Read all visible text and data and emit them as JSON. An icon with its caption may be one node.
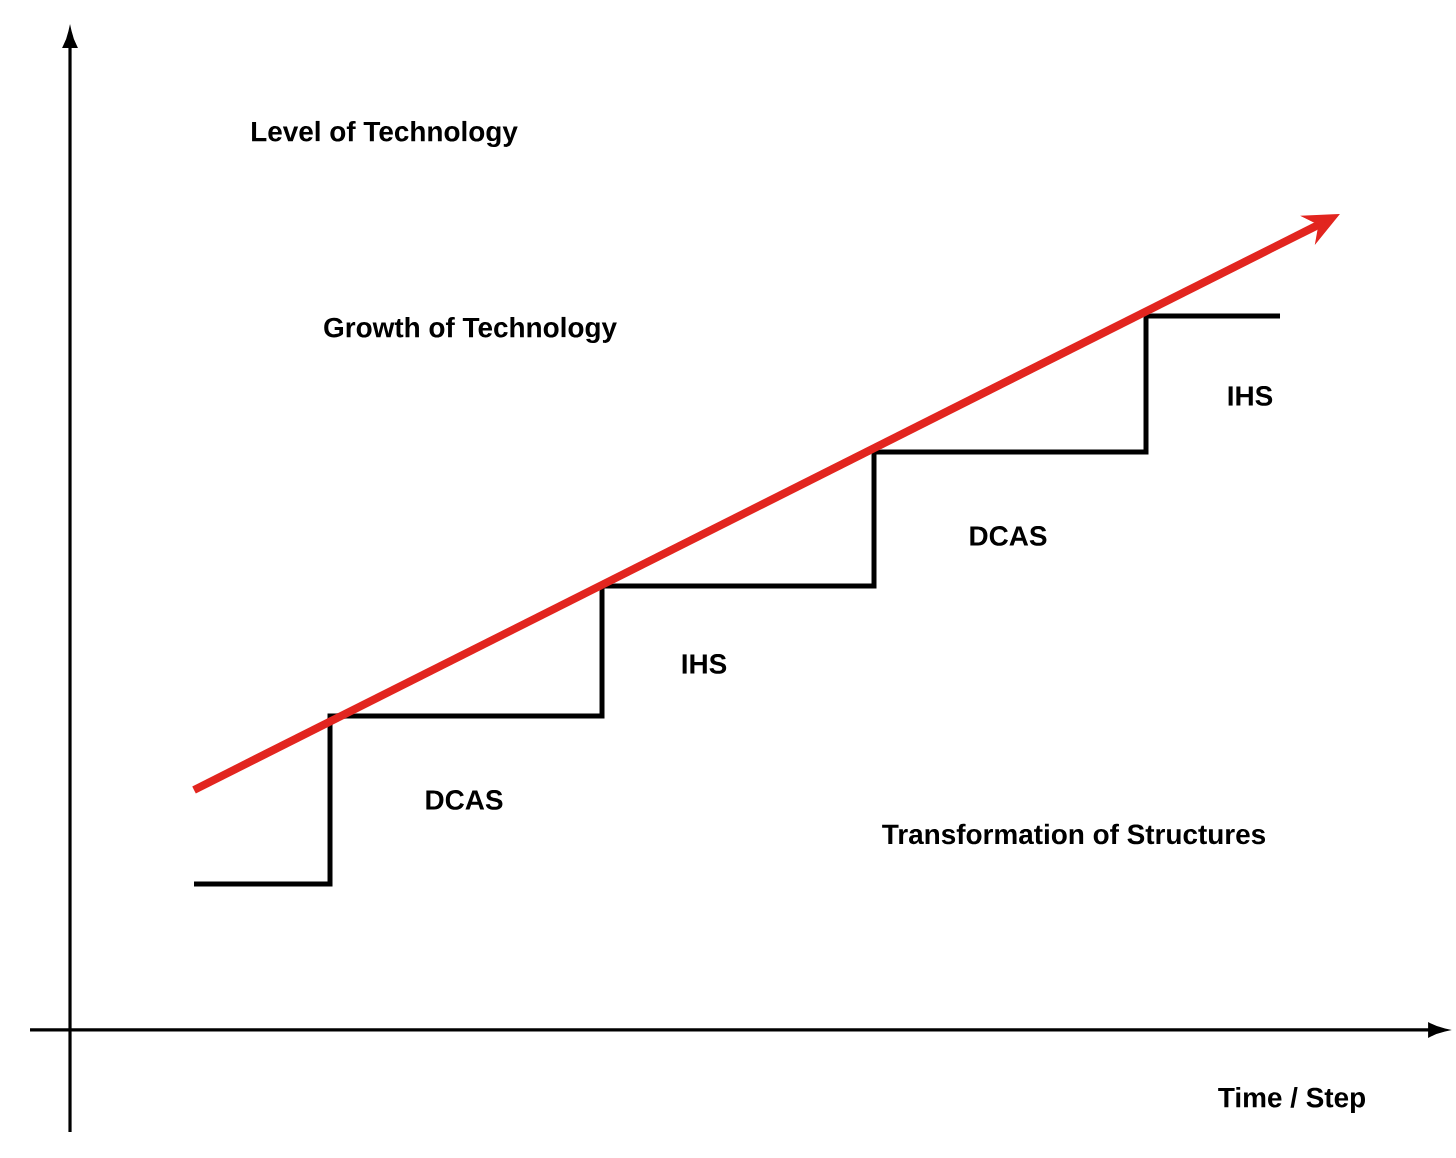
{
  "diagram": {
    "labels": [
      "Level of Technology",
      "Growth of Technology",
      "IHS",
      "DCAS",
      "IHS",
      "DCAS",
      "Transformation of Structures",
      "Time / Step"
    ]
  }
}
